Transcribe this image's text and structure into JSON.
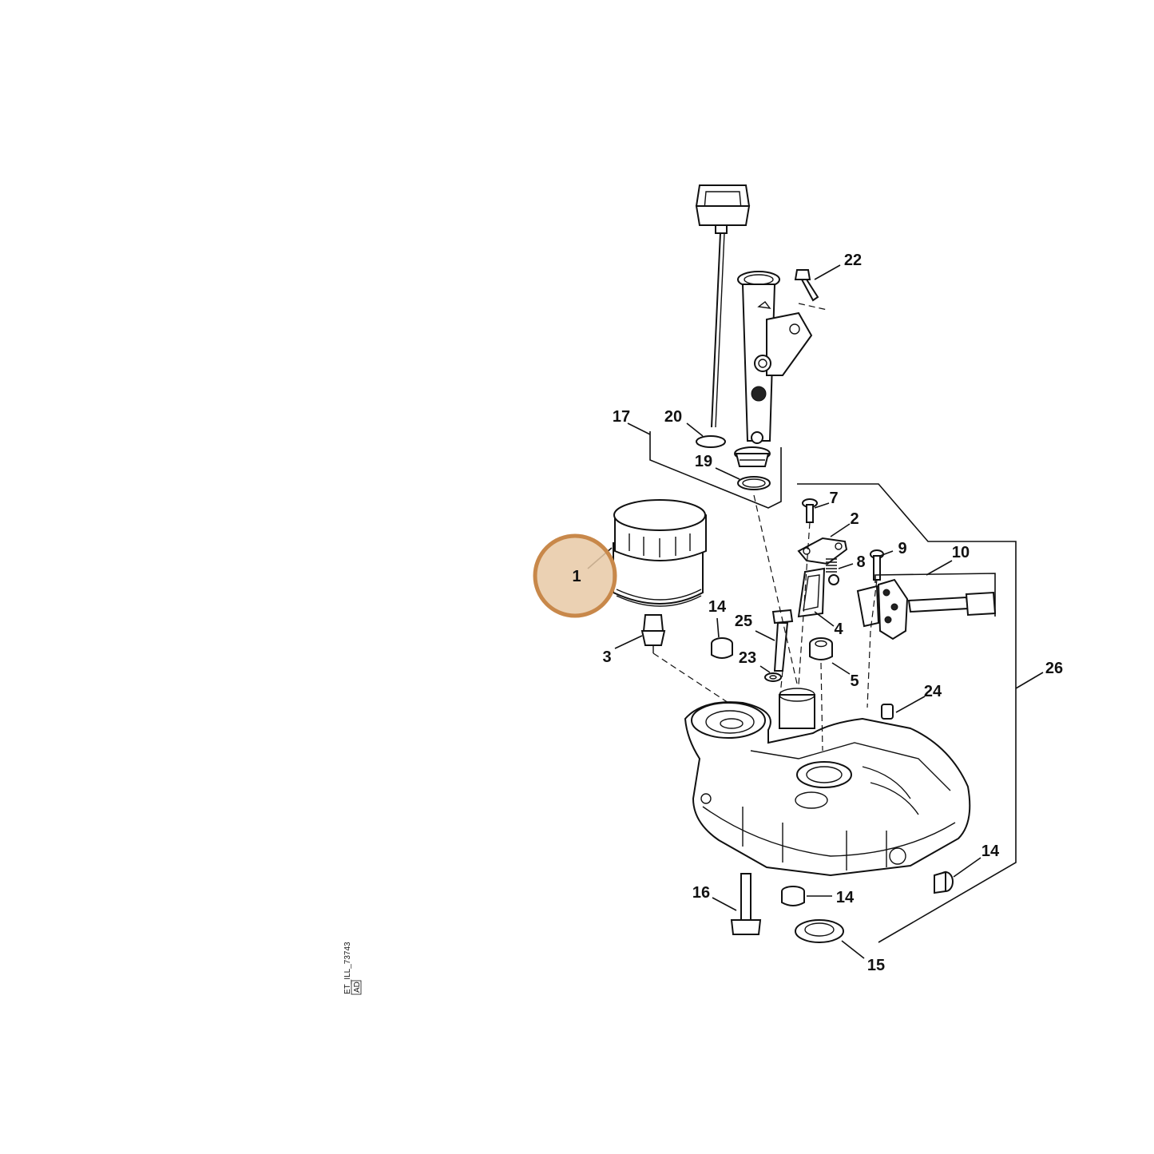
{
  "highlight": {
    "color": "#c8884a",
    "fill": "#e8c9a6"
  },
  "callouts": {
    "c1": "1",
    "c2": "2",
    "c3": "3",
    "c4": "4",
    "c5": "5",
    "c7": "7",
    "c8": "8",
    "c9": "9",
    "c10": "10",
    "c14a": "14",
    "c14b": "14",
    "c14c": "14",
    "c15": "15",
    "c16": "16",
    "c17": "17",
    "c19": "19",
    "c20": "20",
    "c22": "22",
    "c23": "23",
    "c24": "24",
    "c25": "25",
    "c26": "26"
  },
  "reference": {
    "code": "ET_ILL_73743",
    "revision": "AD"
  }
}
